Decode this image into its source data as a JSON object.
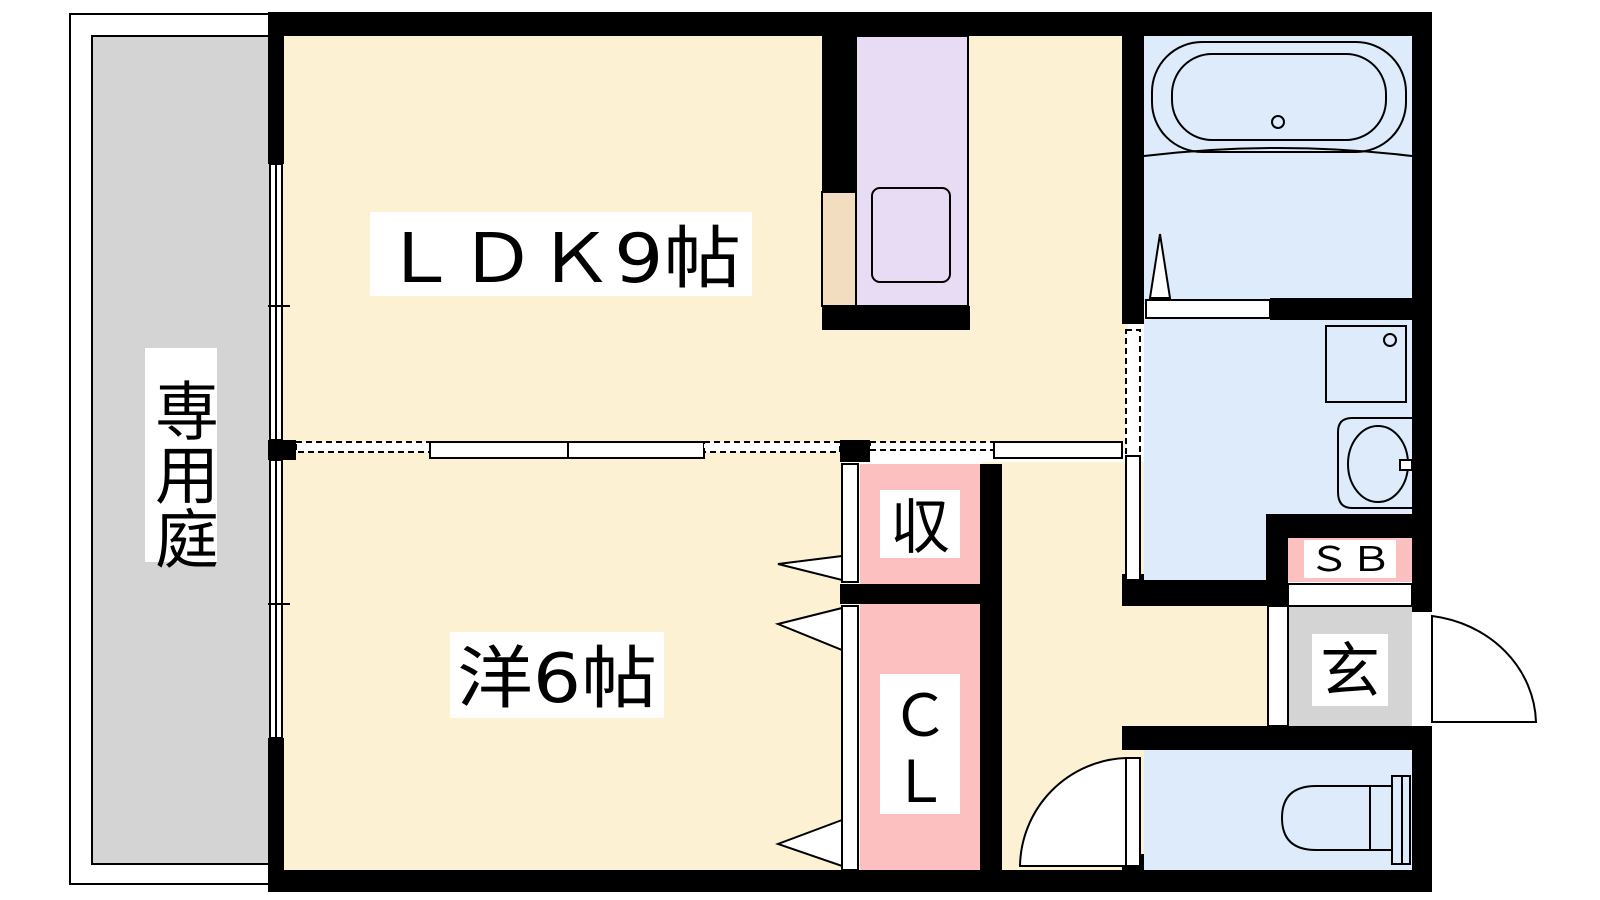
{
  "labels": {
    "ldk": "ＬＤＫ9帖",
    "yo": "洋6帖",
    "garden": "専用庭",
    "storage": "収",
    "closet_c": "Ｃ",
    "closet_l": "Ｌ",
    "shoebox": "ＳＢ",
    "entrance": "玄"
  },
  "colors": {
    "wall": "#000000",
    "living_floor": "#fdf1d4",
    "wet_area": "#ddebfb",
    "storage": "#fdc0c0",
    "kitchen": "#e8dcf4",
    "entrance": "#d4d4d4",
    "garden": "#d4d4d4",
    "counter": "#f2ddc0"
  }
}
